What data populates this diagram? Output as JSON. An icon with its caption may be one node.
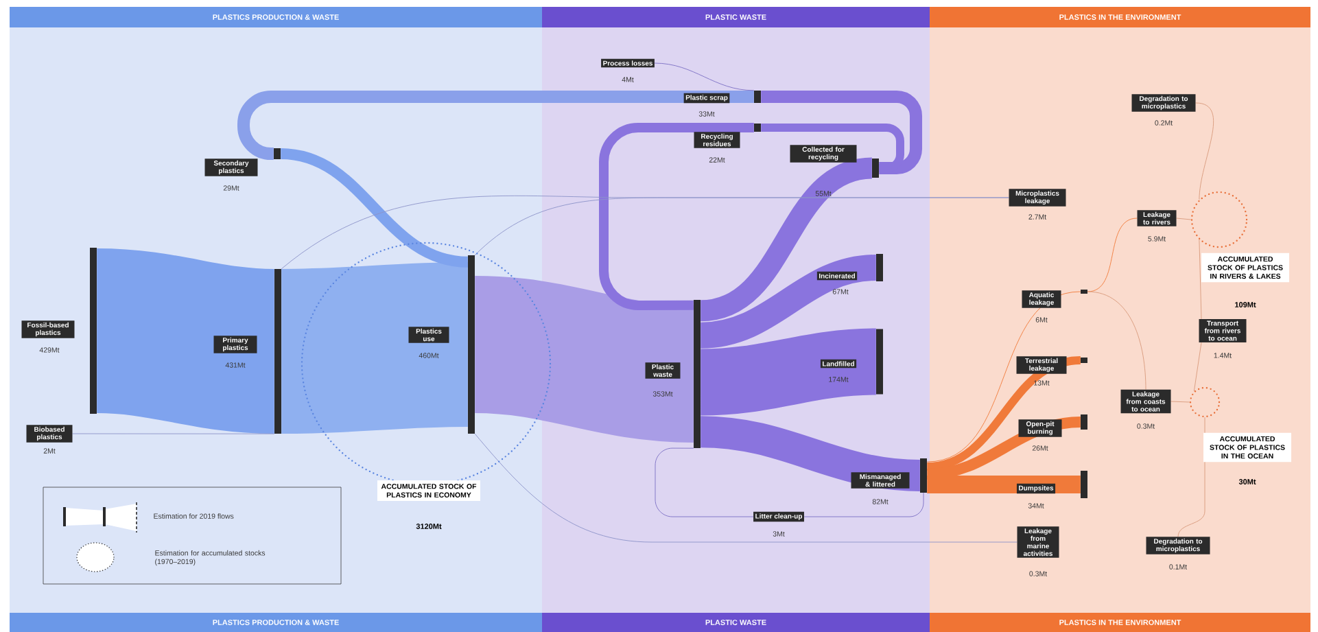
{
  "diagram": {
    "nodes": [
      {
        "text": [
          "Fossil-based plastics",
          "429Mt"
        ]
      },
      {
        "text": [
          "Biobased plastics",
          "2Mt"
        ]
      },
      {
        "text": [
          "Primary plastics",
          "431Mt"
        ]
      },
      {
        "text": [
          "Secondary plastics",
          "29Mt"
        ]
      },
      {
        "text": [
          "Plastics use",
          "460Mt"
        ],
        "in": 5
      },
      {
        "text": [
          "ACCUMULATED STOCK OF PLASTICS IN ECONOMY",
          "3120Mt"
        ]
      },
      {
        "text": [
          "Process losses",
          "4Mt"
        ]
      },
      {
        "text": [
          "Plastic scrap",
          "33Mt"
        ]
      },
      {
        "text": [
          "Recycling residues",
          "22Mt"
        ]
      },
      {
        "text": [
          "Collected for recycling",
          "55Mt"
        ]
      },
      {
        "text": [
          "Plastic waste",
          "353Mt"
        ]
      },
      {
        "text": [
          "Incinerated",
          "67Mt"
        ]
      },
      {
        "text": [
          "Landfilled",
          "174Mt"
        ]
      },
      {
        "text": [
          "Mismanaged & littered",
          "82Mt"
        ]
      },
      {
        "text": [
          "Litter clean-up",
          "3Mt"
        ]
      },
      {
        "text": [
          "Microplastics leakage",
          "2.7Mt"
        ]
      },
      {
        "text": [
          "Aquatic leakage",
          "6Mt"
        ]
      },
      {
        "text": [
          "Terrestrial leakage",
          "13Mt"
        ]
      },
      {
        "text": [
          "Open-pit burning",
          "26Mt"
        ]
      },
      {
        "text": [
          "Dumpsites",
          "34Mt"
        ]
      },
      {
        "text": [
          "Leakage from marine activities",
          "0.3Mt"
        ]
      },
      {
        "text": [
          "Degradation to microplastics",
          "0.2Mt"
        ]
      },
      {
        "text": [
          "Leakage to rivers",
          "5.9Mt"
        ]
      },
      {
        "text": [
          "ACCUMULATED STOCK OF PLASTICS IN RIVERS & LAKES",
          "109Mt"
        ]
      },
      {
        "text": [
          "Transport from rivers to ocean",
          "1.4Mt"
        ]
      },
      {
        "text": [
          "Leakage from coasts to ocean",
          "0.3Mt"
        ]
      },
      {
        "text": [
          "ACCUMULATED STOCK OF PLASTICS IN THE OCEAN",
          "30Mt"
        ]
      },
      {
        "text": [
          "Degradation to microplastics",
          "0.1Mt"
        ]
      }
    ],
    "edges": [
      {
        "from": 0,
        "to": 2,
        "arrow": "none",
        "style": "thick",
        "color": "#7fa3ee"
      },
      {
        "from": 1,
        "to": 2,
        "arrow": "none",
        "color": "#8c93c8"
      },
      {
        "from": 2,
        "to": 4,
        "arrow": "none",
        "style": "thick",
        "color": "#8fb0f0"
      },
      {
        "from": 3,
        "to": 4,
        "arrow": "none",
        "style": "thick",
        "color": "#7fa3ee"
      },
      {
        "from": 4,
        "to": 10,
        "arrow": "none",
        "style": "thick",
        "color": "#a99de6"
      },
      {
        "from": 10,
        "to": 9,
        "arrow": "none",
        "style": "thick"
      },
      {
        "from": 9,
        "to": 7,
        "arrow": "none",
        "style": "thick"
      },
      {
        "from": 9,
        "to": 8,
        "arrow": "none",
        "style": "thick"
      },
      {
        "from": 8,
        "to": 10,
        "arrow": "none",
        "style": "thick"
      },
      {
        "from": 7,
        "to": 3,
        "arrow": "none",
        "style": "thick",
        "color": "#8aa0ea"
      },
      {
        "from": 7,
        "to": 6,
        "arrow": "none",
        "color": "#7c6fc4"
      },
      {
        "from": 10,
        "to": 11,
        "arrow": "none",
        "style": "thick"
      },
      {
        "from": 10,
        "to": 12,
        "arrow": "none",
        "style": "thick"
      },
      {
        "from": 10,
        "to": 13,
        "arrow": "none",
        "style": "thick"
      },
      {
        "from": 13,
        "to": 14,
        "arrow": "none",
        "color": "#7c6fc4"
      },
      {
        "from": 14,
        "to": 10,
        "arrow": "none",
        "color": "#7c6fc4"
      },
      {
        "from": 13,
        "to": 16,
        "arrow": "none",
        "color": "#f07a3a"
      },
      {
        "from": 13,
        "to": 17,
        "arrow": "none",
        "style": "thick",
        "color": "#f07a3a"
      },
      {
        "from": 13,
        "to": 18,
        "arrow": "none",
        "style": "thick",
        "color": "#f07a3a"
      },
      {
        "from": 13,
        "to": 19,
        "arrow": "none",
        "style": "thick",
        "color": "#f07a3a"
      },
      {
        "from": 16,
        "to": 22,
        "arrow": "none",
        "color": "#f07a3a"
      },
      {
        "from": 16,
        "to": 25,
        "arrow": "none",
        "color": "#d89a7c"
      },
      {
        "from": 2,
        "to": 15,
        "arrow": "none",
        "color": "#8c93c8"
      },
      {
        "from": 4,
        "to": 15,
        "arrow": "none",
        "color": "#8c93c8"
      },
      {
        "from": 4,
        "to": 20,
        "arrow": "none",
        "color": "#8c93c8"
      },
      {
        "from": 22,
        "to": 23,
        "arrow": "none",
        "color": "#d89a7c"
      },
      {
        "from": 21,
        "to": 23,
        "arrow": "none",
        "color": "#d89a7c"
      },
      {
        "from": 23,
        "to": 24,
        "arrow": "none",
        "color": "#d89a7c"
      },
      {
        "from": 24,
        "to": 26,
        "arrow": "none",
        "color": "#d89a7c"
      },
      {
        "from": 25,
        "to": 26,
        "arrow": "none",
        "color": "#d89a7c"
      },
      {
        "from": 26,
        "to": 27,
        "arrow": "none",
        "color": "#d89a7c"
      }
    ],
    "labels": [
      "PLASTICS PRODUCTION & WASTE",
      "PLASTIC WASTE",
      "PLASTICS IN THE ENVIRONMENT",
      "PLASTICS PRODUCTION & WASTE",
      "PLASTIC WASTE",
      "PLASTICS IN THE ENVIRONMENT"
    ],
    "legend": [
      {
        "text": "Estimation for 2019 flows"
      },
      {
        "text": "Estimation for accumulated stocks (1970–2019)"
      }
    ]
  }
}
